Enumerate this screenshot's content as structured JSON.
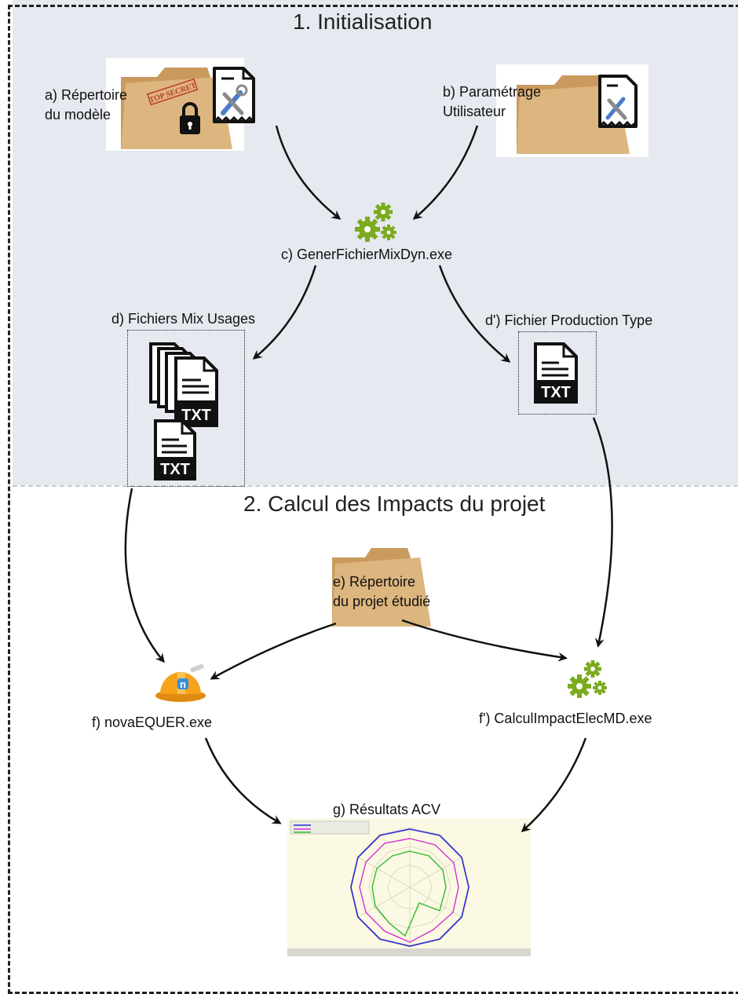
{
  "phase1": {
    "title": "1. Initialisation"
  },
  "phase2": {
    "title": "2. Calcul des Impacts du projet"
  },
  "nodes": {
    "a": {
      "label_line1": "a) Répertoire",
      "label_line2": "du modèle",
      "stamp": "TOP SECRET"
    },
    "b": {
      "label_line1": "b) Paramétrage",
      "label_line2": "Utilisateur"
    },
    "c": {
      "label": "c) GenerFichierMixDyn.exe"
    },
    "d": {
      "label": "d) Fichiers Mix Usages",
      "file_tag": "TXT"
    },
    "d_prime": {
      "label": "d') Fichier Production Type",
      "file_tag": "TXT"
    },
    "e": {
      "label_line1": "e) Répertoire",
      "label_line2": "du projet étudié"
    },
    "f": {
      "label": "f) novaEQUER.exe",
      "badge": "n"
    },
    "f_prime": {
      "label": "f') CalculImpactElecMD.exe"
    },
    "g": {
      "label": "g) Résultats ACV"
    }
  },
  "colors": {
    "gear": "#7bab1e",
    "folder": "#dcb57f",
    "helmet": "#f7a21b",
    "phase1_bg": "#e6e9f0"
  },
  "icons": [
    "folder-icon",
    "lock-icon",
    "settings-document-icon",
    "gears-icon",
    "txt-file-icon",
    "helmet-icon",
    "radar-chart-thumbnail"
  ]
}
